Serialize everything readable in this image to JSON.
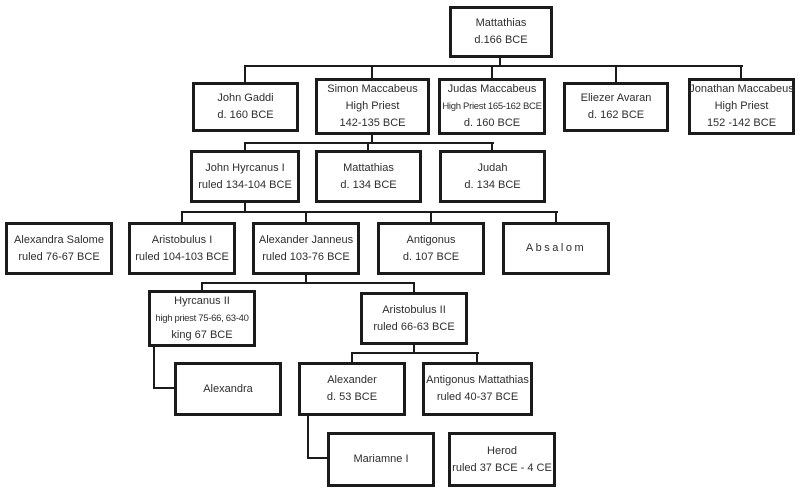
{
  "diagram_type": "family-tree",
  "colors": {
    "border": "#1b1b1b",
    "text": "#2e2e2e",
    "background": "#ffffff"
  },
  "nodes": {
    "mattathias": {
      "lines": [
        "Mattathias",
        "d.166 BCE"
      ]
    },
    "john_gaddi": {
      "lines": [
        "John Gaddi",
        "d. 160 BCE"
      ]
    },
    "simon_maccabeus": {
      "lines": [
        "Simon Maccabeus",
        "High Priest",
        "142-135 BCE"
      ]
    },
    "judas_maccabeus": {
      "lines": [
        "Judas Maccabeus",
        "High Priest 165-162 BCE",
        "d. 160 BCE"
      ]
    },
    "eliezer_avaran": {
      "lines": [
        "Eliezer Avaran",
        "d. 162 BCE"
      ]
    },
    "jonathan_maccabeus": {
      "lines": [
        "Jonathan Maccabeus",
        "High Priest",
        "152 -142 BCE"
      ]
    },
    "john_hyrcanus_i": {
      "lines": [
        "John Hyrcanus I",
        "ruled 134-104 BCE"
      ]
    },
    "mattathias_ii": {
      "lines": [
        "Mattathias",
        "d. 134 BCE"
      ]
    },
    "judah": {
      "lines": [
        "Judah",
        "d. 134 BCE"
      ]
    },
    "alexandra_salome": {
      "lines": [
        "Alexandra Salome",
        "ruled 76-67 BCE"
      ]
    },
    "aristobulus_i": {
      "lines": [
        "Aristobulus I",
        "ruled 104-103 BCE"
      ]
    },
    "alexander_janneus": {
      "lines": [
        "Alexander Janneus",
        "ruled 103-76 BCE"
      ]
    },
    "antigonus": {
      "lines": [
        "Antigonus",
        "d. 107 BCE"
      ]
    },
    "absalom": {
      "lines": [
        "Absalom"
      ]
    },
    "hyrcanus_ii": {
      "lines": [
        "Hyrcanus II",
        "high priest 75-66, 63-40",
        "king 67 BCE"
      ]
    },
    "aristobulus_ii": {
      "lines": [
        "Aristobulus II",
        "ruled 66-63 BCE"
      ]
    },
    "alexandra": {
      "lines": [
        "Alexandra"
      ]
    },
    "alexander": {
      "lines": [
        "Alexander",
        "d. 53 BCE"
      ]
    },
    "antigonus_mattathias": {
      "lines": [
        "Antigonus Mattathias",
        "ruled 40-37 BCE"
      ]
    },
    "mariamne_i": {
      "lines": [
        "Mariamne I"
      ]
    },
    "herod": {
      "lines": [
        "Herod",
        "ruled 37 BCE - 4 CE"
      ]
    }
  },
  "edges": [
    {
      "parent": "mattathias",
      "children": [
        "john_gaddi",
        "simon_maccabeus",
        "judas_maccabeus",
        "eliezer_avaran",
        "jonathan_maccabeus"
      ]
    },
    {
      "parent": "simon_maccabeus",
      "children": [
        "john_hyrcanus_i",
        "mattathias_ii",
        "judah"
      ]
    },
    {
      "parent": "john_hyrcanus_i",
      "children": [
        "aristobulus_i",
        "alexander_janneus",
        "antigonus",
        "absalom"
      ]
    },
    {
      "parent": "alexander_janneus",
      "children": [
        "hyrcanus_ii",
        "aristobulus_ii"
      ]
    },
    {
      "parent": "hyrcanus_ii",
      "children": [
        "alexandra"
      ]
    },
    {
      "parent": "aristobulus_ii",
      "children": [
        "alexander",
        "antigonus_mattathias"
      ]
    },
    {
      "parent": "alexander",
      "children": [
        "mariamne_i"
      ]
    }
  ]
}
